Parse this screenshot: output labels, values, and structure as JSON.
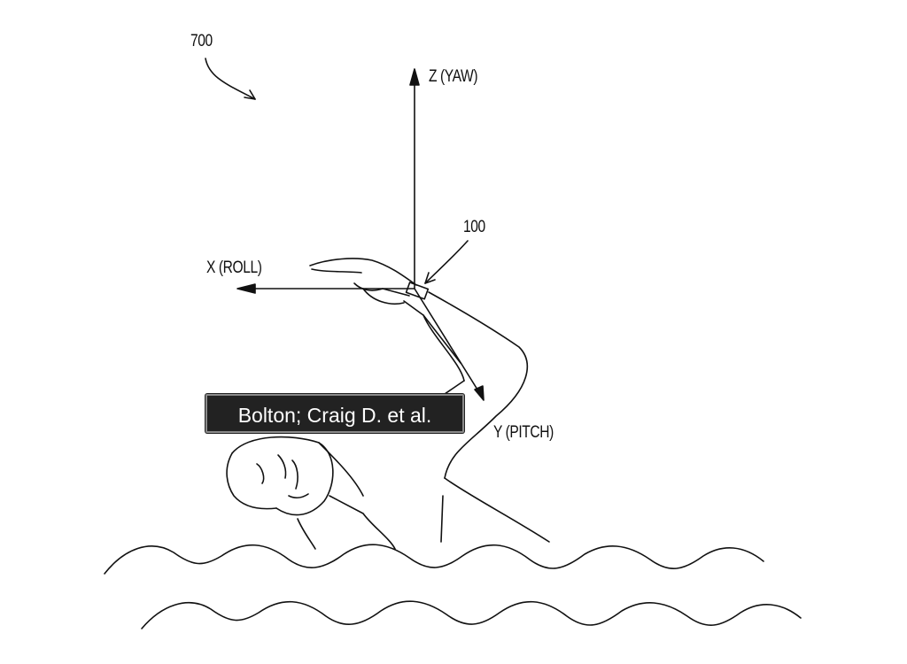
{
  "figure": {
    "ref_figure": "700",
    "ref_device": "100",
    "axes": {
      "z": "Z (YAW)",
      "x": "X (ROLL)",
      "y": "Y (PITCH)"
    }
  },
  "tooltip": {
    "text": "Bolton; Craig D. et al."
  }
}
